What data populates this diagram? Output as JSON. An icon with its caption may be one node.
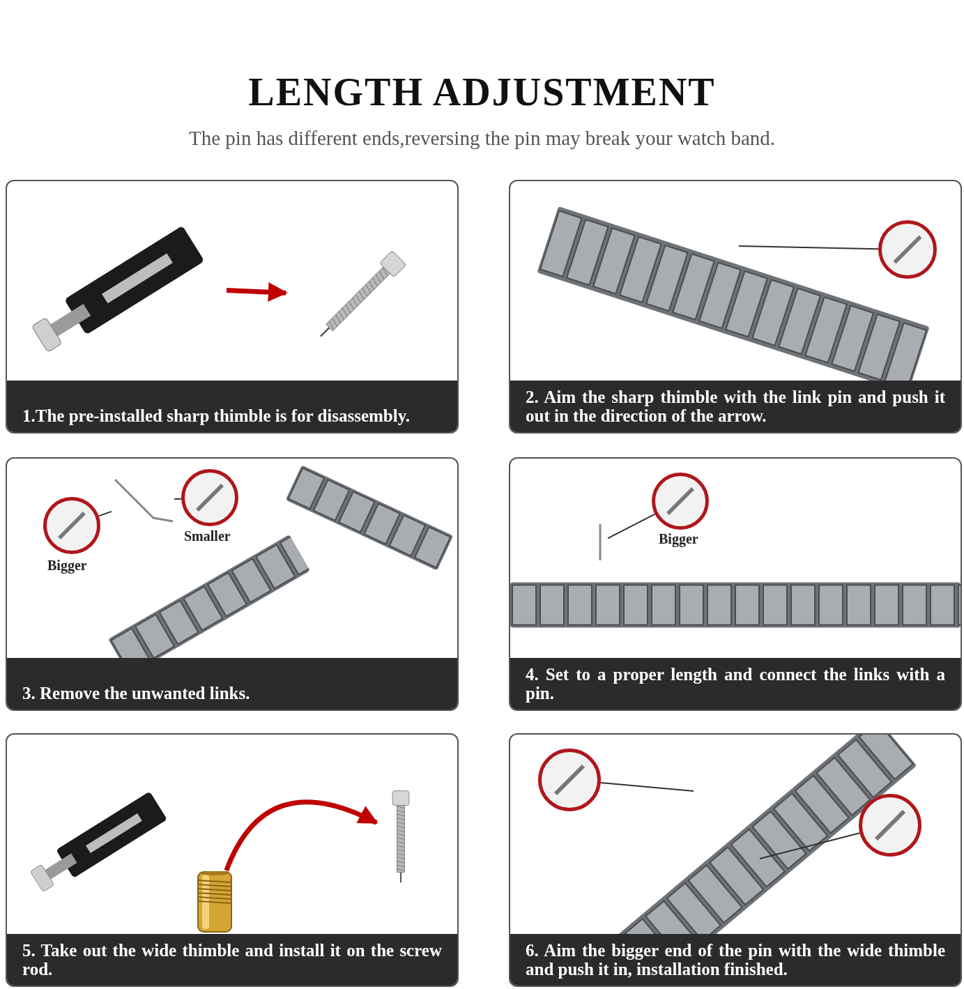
{
  "diagram": {
    "title": "LENGTH ADJUSTMENT",
    "nodes": [
      {
        "text": [
          "1.The pre-installed sharp thimble is for disassembly."
        ]
      },
      {
        "text": [],
        "shape": "picture",
        "in": 0
      },
      {
        "text": [],
        "shape": "picture",
        "in": 0
      },
      {
        "text": [
          "2. Aim the sharp thimble with the link pin and push it out in the direction of the arrow."
        ]
      },
      {
        "text": [],
        "shape": "circle",
        "in": 3
      },
      {
        "text": [
          "3. Remove the unwanted links."
        ]
      },
      {
        "text": [],
        "shape": "picture",
        "in": 5
      },
      {
        "text": [],
        "shape": "circle",
        "in": 5,
        "beside": [
          "Bigger"
        ]
      },
      {
        "text": [],
        "shape": "circle",
        "in": 5,
        "beside": [
          "Smaller"
        ]
      },
      {
        "text": [
          "4. Set to a proper length and connect the links with a pin."
        ]
      },
      {
        "text": [],
        "shape": "picture",
        "in": 9
      },
      {
        "text": [],
        "shape": "circle",
        "in": 9,
        "beside": [
          "Bigger"
        ]
      },
      {
        "text": [
          "5. Take out the wide thimble and install it on the screw rod."
        ]
      },
      {
        "text": [],
        "shape": "picture",
        "in": 12
      },
      {
        "text": [],
        "shape": "picture",
        "in": 12
      },
      {
        "text": [
          "6. Aim the bigger end of the pin with the wide thimble and push it in, installation finished."
        ]
      },
      {
        "text": [],
        "shape": "circle",
        "in": 15
      },
      {
        "text": [],
        "shape": "circle",
        "in": 15
      }
    ],
    "edges": [
      {
        "from": 1,
        "to": 2,
        "arrow": "to",
        "style": "thick",
        "color": "#c00000"
      },
      {
        "from": 4,
        "to": null,
        "arrow": "none"
      },
      {
        "from": 6,
        "to": 7,
        "arrow": "none"
      },
      {
        "from": 6,
        "to": 8,
        "arrow": "none"
      },
      {
        "from": 10,
        "to": 11,
        "arrow": "none"
      },
      {
        "from": 13,
        "to": 14,
        "arrow": "to",
        "style": "thick",
        "color": "#c00000"
      },
      {
        "from": 16,
        "to": null,
        "arrow": "none"
      },
      {
        "from": 17,
        "to": null,
        "arrow": "none"
      }
    ],
    "labels": [
      "The pin has different ends,reversing the pin may break your watch band."
    ]
  }
}
